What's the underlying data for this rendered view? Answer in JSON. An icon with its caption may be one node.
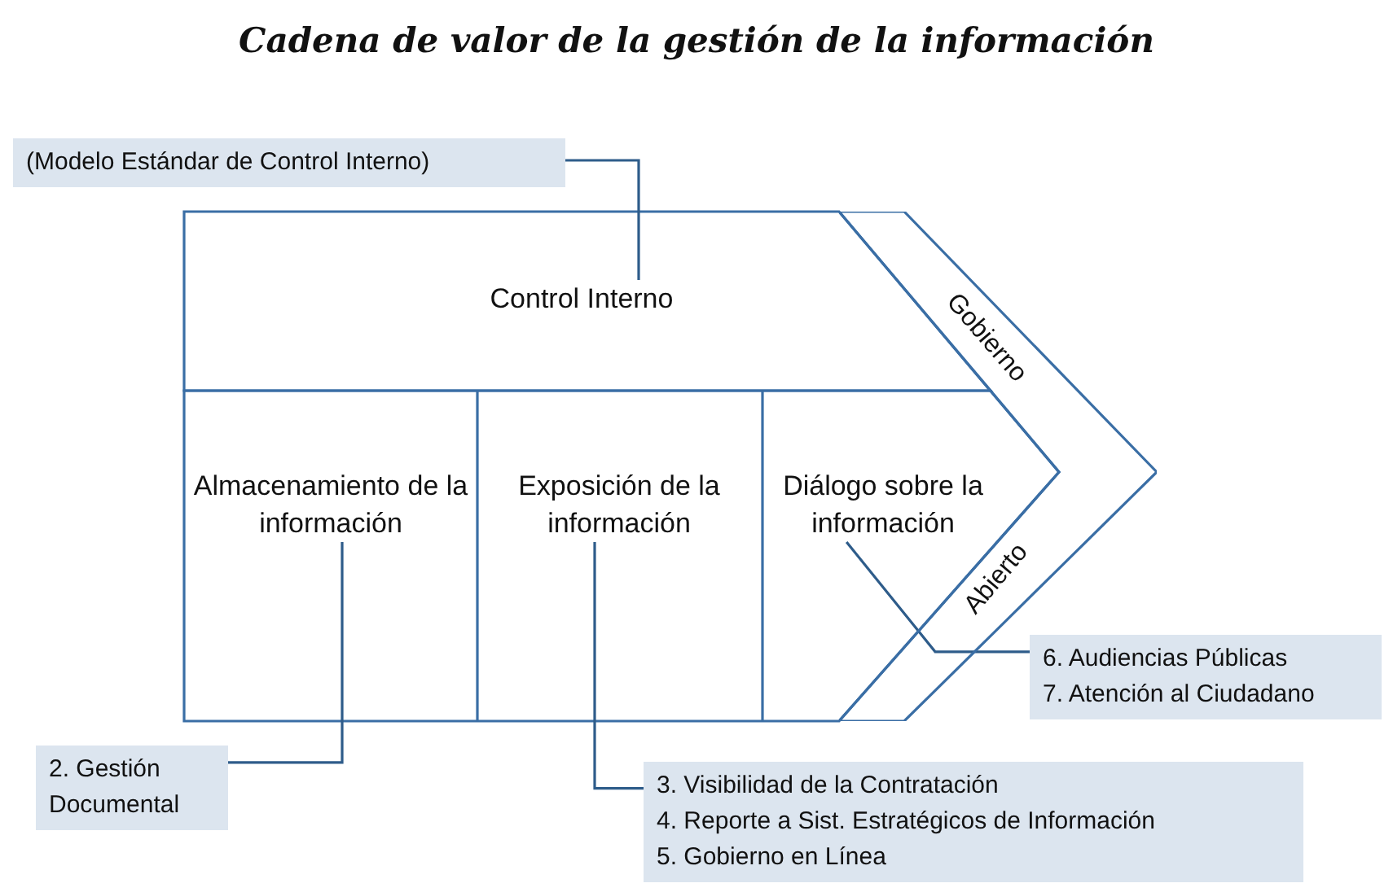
{
  "diagram": {
    "title": "Cadena de valor de la gestión de la información",
    "nodes": [
      {
        "text": [
          "Control Interno"
        ]
      },
      {
        "text": [
          "Almacenamiento de la información"
        ]
      },
      {
        "text": [
          "Exposición de la información"
        ]
      },
      {
        "text": [
          "Diálogo sobre la información"
        ]
      },
      {
        "text": [
          "Gobierno",
          "Abierto"
        ]
      },
      {
        "text": [
          "(Modelo Estándar de Control Interno)"
        ]
      },
      {
        "text": [
          "2. Gestión Documental"
        ]
      },
      {
        "text": [
          "3. Visibilidad de la Contratación",
          "4. Reporte a Sist. Estratégicos de Información",
          "5. Gobierno en Línea"
        ]
      },
      {
        "text": [
          "6. Audiencias Públicas",
          "7. Atención al Ciudadano"
        ]
      }
    ],
    "edges": [
      {
        "from": 5,
        "to": 0,
        "arrow": "none"
      },
      {
        "from": 6,
        "to": 1,
        "arrow": "none"
      },
      {
        "from": 7,
        "to": 2,
        "arrow": "none"
      },
      {
        "from": 8,
        "to": 3,
        "arrow": "none"
      }
    ]
  }
}
